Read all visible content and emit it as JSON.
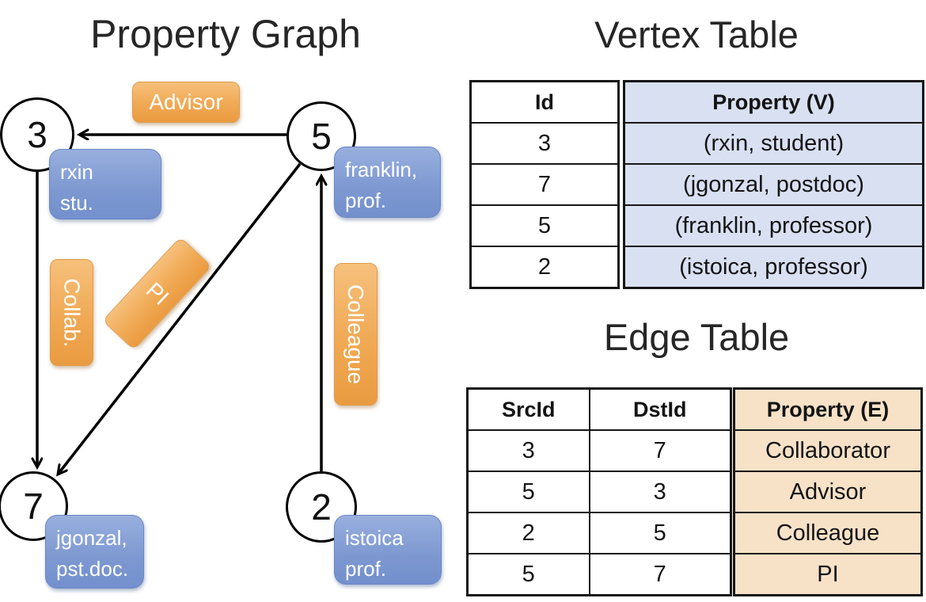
{
  "graph": {
    "title": "Property Graph",
    "nodes": [
      {
        "id": "3"
      },
      {
        "id": "5"
      },
      {
        "id": "7"
      },
      {
        "id": "2"
      }
    ],
    "vertex_labels": [
      {
        "line1": "rxin",
        "line2": "stu."
      },
      {
        "line1": "franklin,",
        "line2": "prof."
      },
      {
        "line1": "jgonzal,",
        "line2": "pst.doc."
      },
      {
        "line1": "istoica",
        "line2": "prof."
      }
    ],
    "edge_labels": [
      {
        "text": "Advisor"
      },
      {
        "text": "Collab."
      },
      {
        "text": "PI"
      },
      {
        "text": "Colleague"
      }
    ]
  },
  "vertex_table": {
    "title": "Vertex Table",
    "col_id": "Id",
    "col_property": "Property (V)",
    "rows": [
      {
        "id": "3",
        "property": "(rxin, student)"
      },
      {
        "id": "7",
        "property": "(jgonzal, postdoc)"
      },
      {
        "id": "5",
        "property": "(franklin, professor)"
      },
      {
        "id": "2",
        "property": "(istoica, professor)"
      }
    ]
  },
  "edge_table": {
    "title": "Edge Table",
    "col_src": "SrcId",
    "col_dst": "DstId",
    "col_property": "Property (E)",
    "rows": [
      {
        "src": "3",
        "dst": "7",
        "property": "Collaborator"
      },
      {
        "src": "5",
        "dst": "3",
        "property": "Advisor"
      },
      {
        "src": "2",
        "dst": "5",
        "property": "Colleague"
      },
      {
        "src": "5",
        "dst": "7",
        "property": "PI"
      }
    ]
  },
  "colors": {
    "edge_label_top": "#f6c07c",
    "edge_label_bottom": "#ea9b40",
    "vertex_label_top": "#98afde",
    "vertex_label_bottom": "#7390cd",
    "vertex_property_bg": "#d8e0f2",
    "edge_property_bg": "#f7e2c8",
    "line_color": "#000000"
  }
}
